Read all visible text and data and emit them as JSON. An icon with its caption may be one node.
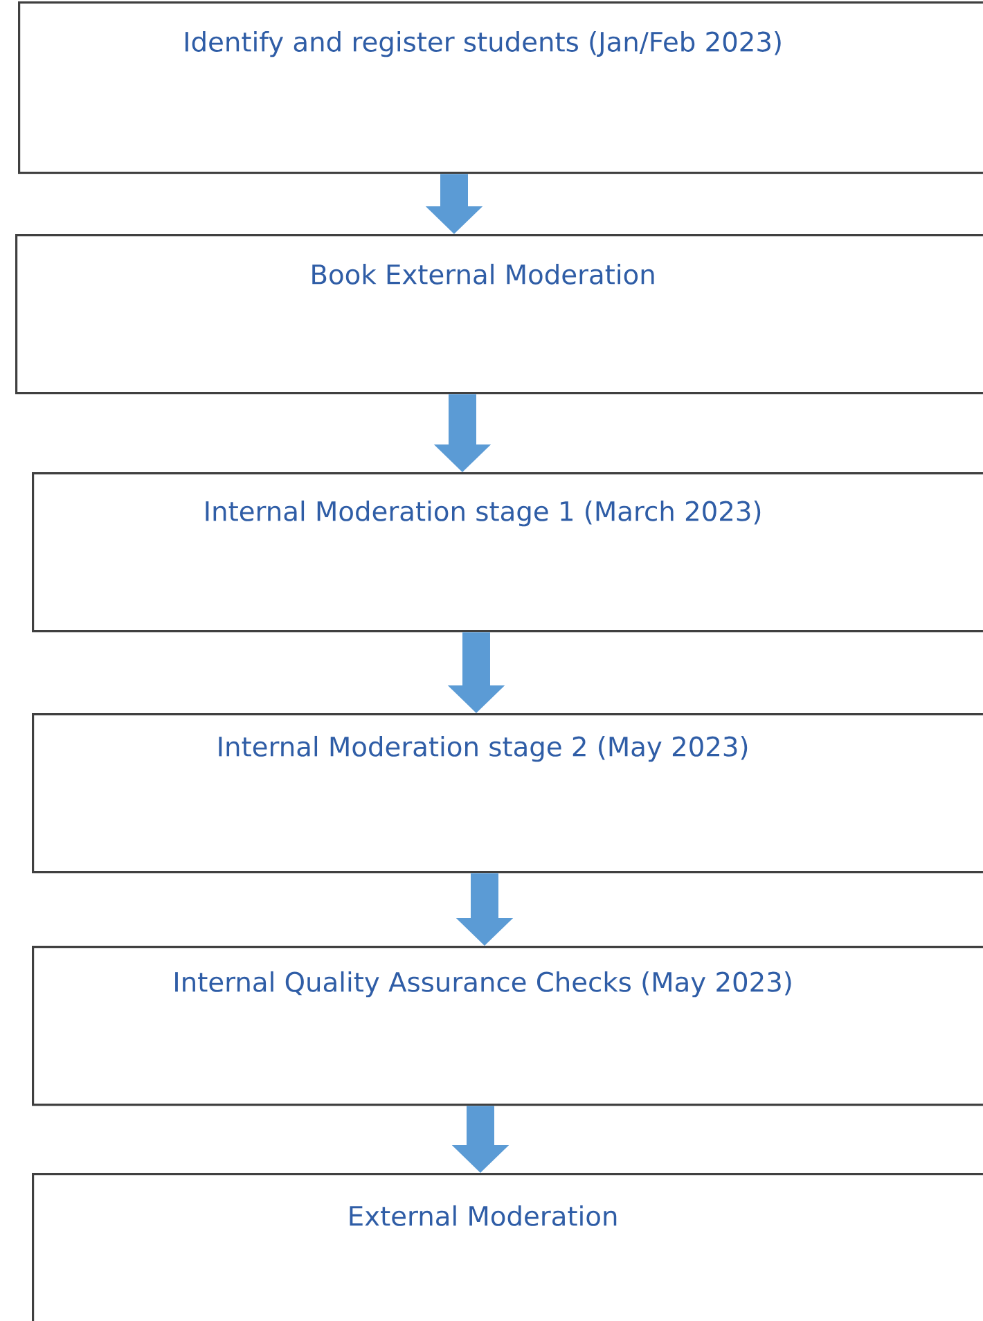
{
  "diagram": {
    "nodes": [
      {
        "text": [
          "Identify and register students (Jan/Feb 2023)"
        ]
      },
      {
        "text": [
          "Book External Moderation"
        ]
      },
      {
        "text": [
          "Internal Moderation stage 1 (March 2023)"
        ]
      },
      {
        "text": [
          "Internal Moderation stage 2 (May 2023)"
        ]
      },
      {
        "text": [
          "Internal Quality Assurance Checks (May 2023)"
        ]
      },
      {
        "text": [
          "External Moderation"
        ]
      }
    ],
    "edges": [
      {
        "from": 0,
        "to": 1,
        "arrow": "to"
      },
      {
        "from": 1,
        "to": 2,
        "arrow": "to"
      },
      {
        "from": 2,
        "to": 3,
        "arrow": "to"
      },
      {
        "from": 3,
        "to": 4,
        "arrow": "to"
      },
      {
        "from": 4,
        "to": 5,
        "arrow": "to"
      }
    ]
  }
}
